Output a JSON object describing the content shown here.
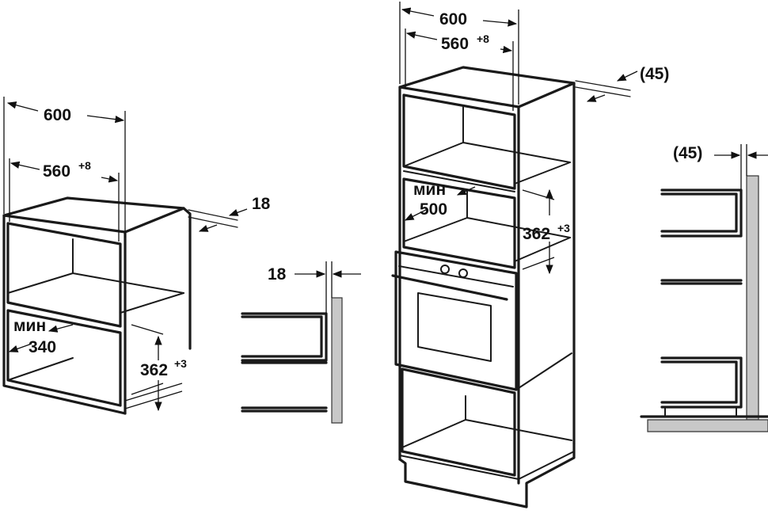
{
  "labels": {
    "left_width": "600",
    "left_inner": "560",
    "left_inner_tol": "+8",
    "left_panel": "18",
    "left_min_word": "мин",
    "left_min_depth": "340",
    "left_height": "362",
    "left_height_tol": "+3",
    "side_panel": "18",
    "tall_width": "600",
    "tall_inner": "560",
    "tall_inner_tol": "+8",
    "tall_gap": "(45)",
    "tall_min_word": "мин",
    "tall_min_depth": "500",
    "tall_height": "362",
    "tall_height_tol": "+3",
    "right_gap": "(45)"
  },
  "colors": {
    "line": "#1a1a1a",
    "wall_fill": "#c8c8c8",
    "background": "#ffffff"
  }
}
